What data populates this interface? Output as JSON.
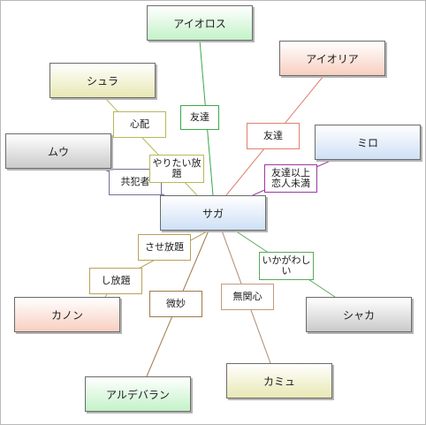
{
  "nodes": {
    "saga": "サガ",
    "aiolos": "アイオロス",
    "aioria": "アイオリア",
    "shura": "シュラ",
    "mu": "ムウ",
    "milo": "ミロ",
    "kanon": "カノン",
    "shaka": "シャカ",
    "camus": "カミュ",
    "aldebaran": "アルデバラン"
  },
  "edge_labels": {
    "aiolos": "友達",
    "aioria": "友達",
    "shura": "心配",
    "shura_reverse": "やりたい放題",
    "mu": "共犯者",
    "milo": "友達以上恋人未満",
    "kanon_from_saga": "させ放題",
    "kanon_to_saga": "し放題",
    "aldebaran": "微妙",
    "camus": "無関心",
    "shaka": "いかがわしい"
  },
  "edge_colors": {
    "aiolos": "#3aa84a",
    "aioria": "#e08070",
    "shura": "#b8b85a",
    "mu": "#6a5a8a",
    "milo": "#9a3aa0",
    "kanon": "#b8a25a",
    "aldebaran": "#a0784a",
    "camus": "#b08a72",
    "shaka": "#5aa85a"
  }
}
